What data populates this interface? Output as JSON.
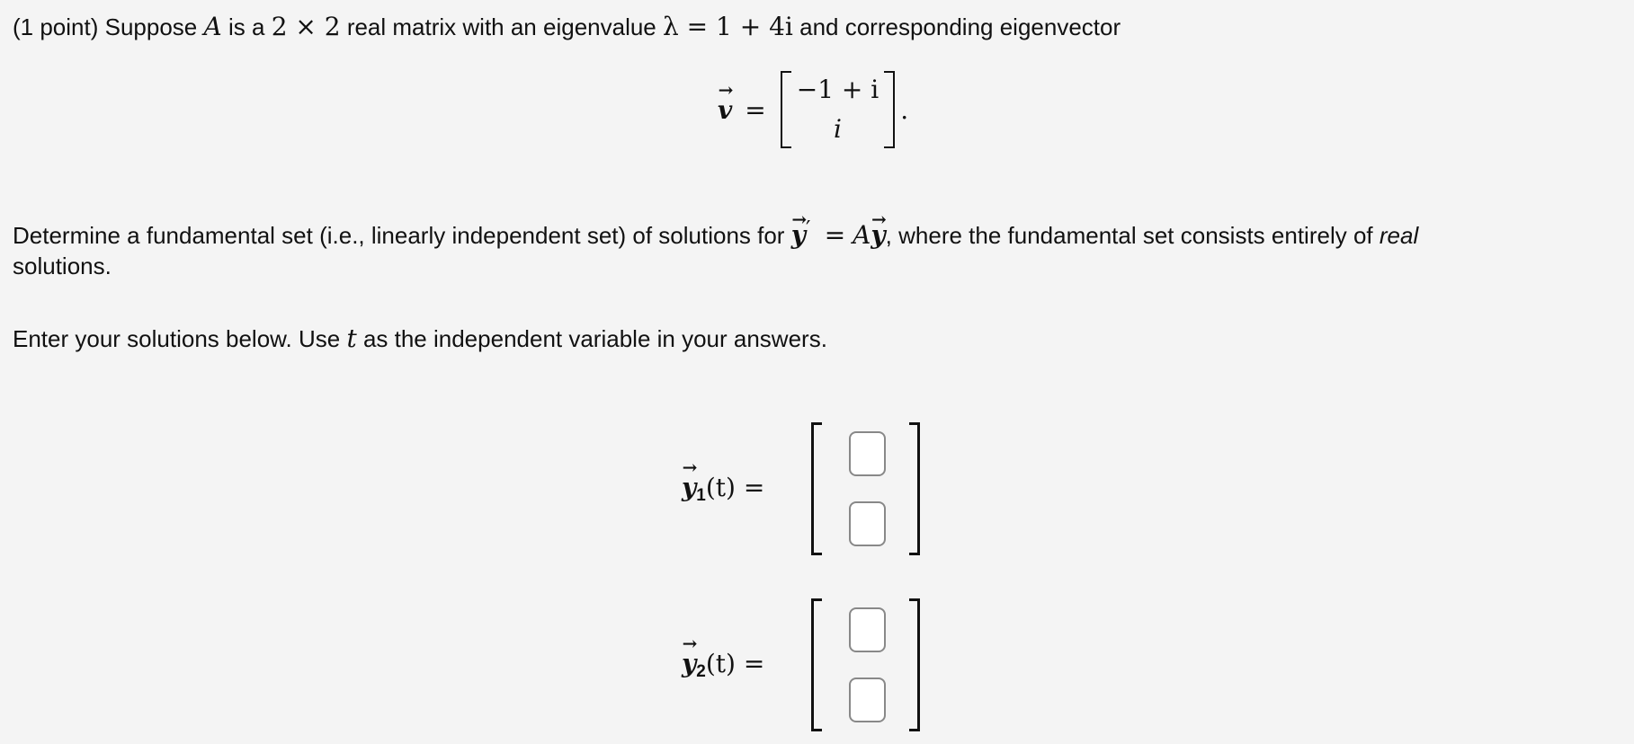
{
  "problem": {
    "points_label": "(1 point)",
    "intro": {
      "t1": "Suppose",
      "matrix_symbol": "A",
      "t2": "is a",
      "dims": "2 × 2",
      "t3": "real matrix with an eigenvalue",
      "eigenvalue": "λ = 1 + 4i",
      "t4": "and corresponding eigenvector"
    },
    "eigenvector": {
      "symbol": "v",
      "equals": "=",
      "entries": [
        "−1 + i",
        "i"
      ],
      "period": "."
    },
    "task": {
      "t1": "Determine a fundamental set (i.e., linearly independent set) of solutions for",
      "equation_lhs": "y",
      "equation_prime": "′",
      "equation_eq": "=",
      "equation_rhs_A": "A",
      "equation_rhs_y": "y",
      "t2": ", where the fundamental set consists entirely of",
      "emphasis": "real",
      "t3": "solutions."
    },
    "instructions": {
      "t1": "Enter your solutions below. Use",
      "var": "t",
      "t2": "as the independent variable in your answers."
    }
  },
  "answers": [
    {
      "label_symbol": "y",
      "label_sub": "1",
      "label_arg": "(t) =",
      "inputs": [
        {
          "value": "",
          "placeholder": ""
        },
        {
          "value": "",
          "placeholder": ""
        }
      ]
    },
    {
      "label_symbol": "y",
      "label_sub": "2",
      "label_arg": "(t) =",
      "inputs": [
        {
          "value": "",
          "placeholder": ""
        },
        {
          "value": "",
          "placeholder": ""
        }
      ]
    }
  ]
}
